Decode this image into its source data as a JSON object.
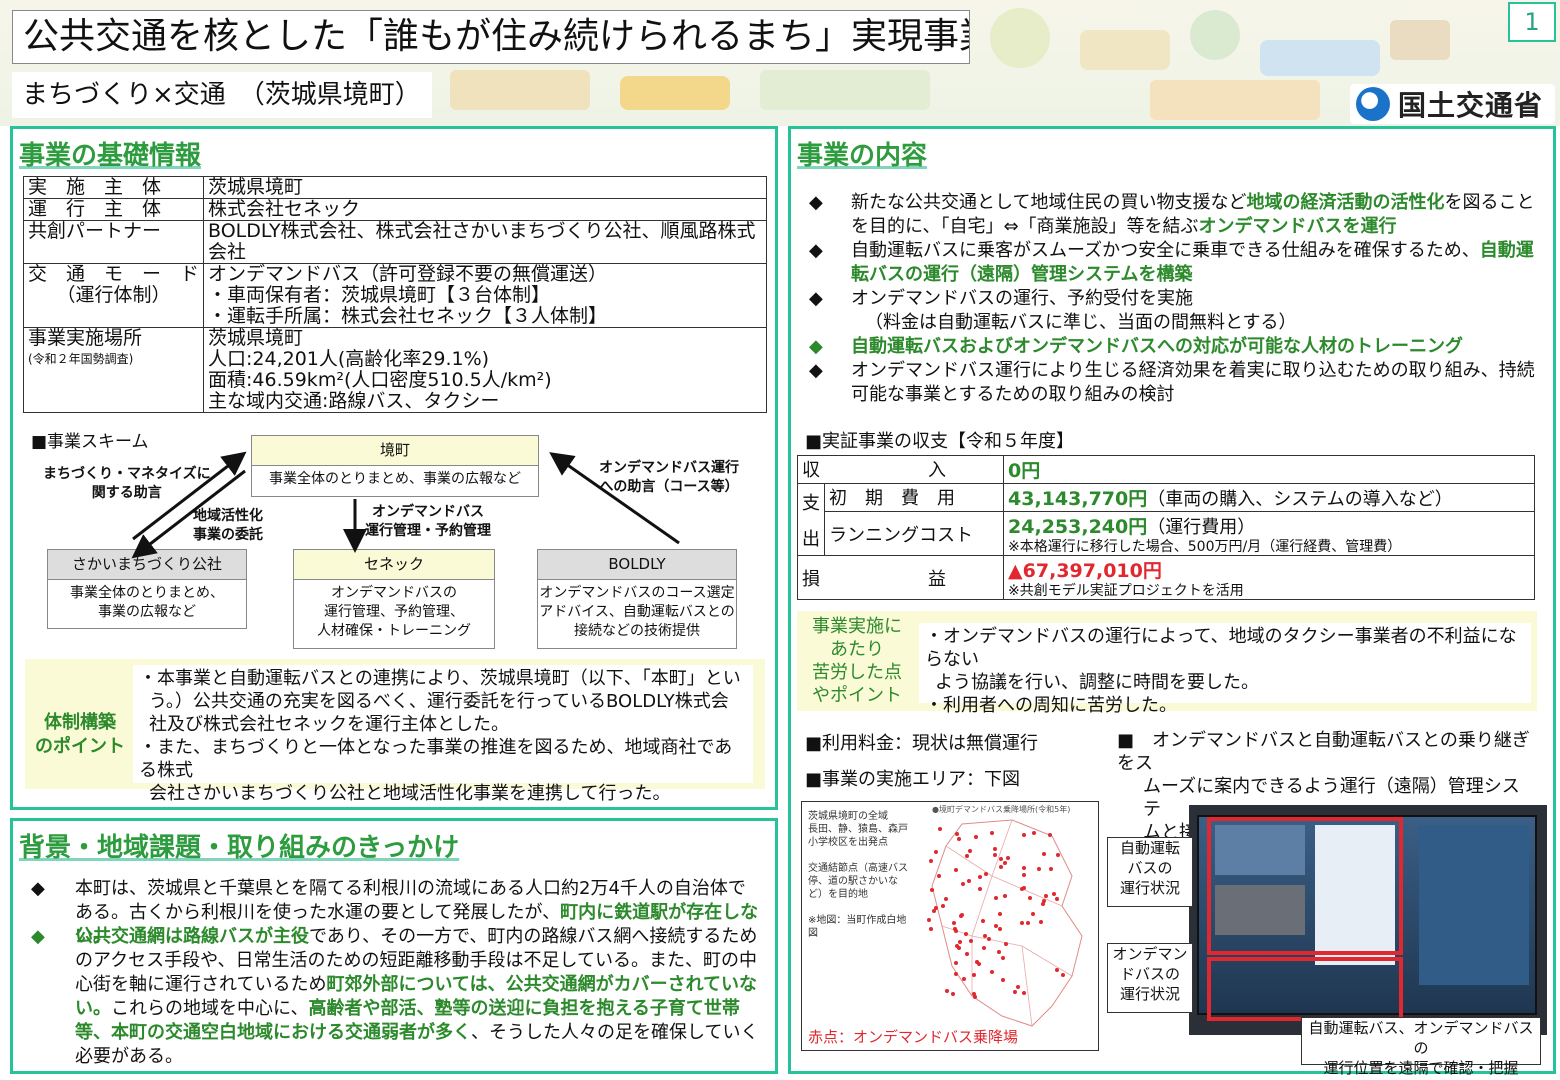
{
  "header": {
    "title": "公共交通を核とした「誰もが住み続けられるまち」実現事業",
    "subtitle": "まちづくり×交通　（茨城県境町）",
    "page_number": "1",
    "ministry_logo": "国土交通省"
  },
  "basic_info": {
    "heading": "事業の基礎情報",
    "rows": [
      {
        "key": "実　施　主　体",
        "key_note": "",
        "values": [
          "茨城県境町"
        ]
      },
      {
        "key": "運　行　主　体",
        "key_note": "",
        "values": [
          "株式会社セネック"
        ]
      },
      {
        "key": "共創パートナー",
        "key_note": "",
        "values": [
          "BOLDLY株式会社、株式会社さかいまちづくり公社、順風路株式会社"
        ]
      },
      {
        "key": "交　通　モ　ー　ド",
        "key_note": "（運行体制）",
        "values": [
          "オンデマンドバス（許可登録不要の無償運送）",
          "・車両保有者：茨城県境町【３台体制】",
          "・運転手所属：株式会社セネック【３人体制】"
        ]
      },
      {
        "key": "事業実施場所",
        "key_note": "(令和２年国勢調査)",
        "values": [
          "茨城県境町",
          "人口:24,201人(高齢化率29.1%)",
          "面積:46.59km²(人口密度510.5人/km²)",
          "主な域内交通:路線バス、タクシー"
        ]
      }
    ]
  },
  "scheme": {
    "heading": "■事業スキーム",
    "top_box": {
      "title": "境町",
      "body": "事業全体のとりまとめ、事業の広報など"
    },
    "boxes": [
      {
        "title": "さかいまちづくり公社",
        "body": [
          "事業全体のとりまとめ、",
          "事業の広報など"
        ]
      },
      {
        "title": "セネック",
        "body": [
          "オンデマンドバスの",
          "運行管理、予約管理、",
          "人材確保・トレーニング"
        ]
      },
      {
        "title": "BOLDLY",
        "body": [
          "オンデマンドバスのコース選定",
          "アドバイス、自動運転バスとの",
          "接続などの技術提供"
        ]
      }
    ],
    "labels": {
      "left_up": [
        "まちづくり・マネタイズに",
        "関する助言"
      ],
      "left_down": [
        "地域活性化",
        "事業の委託"
      ],
      "center": [
        "オンデマンドバス",
        "運行管理・予約管理"
      ],
      "right": [
        "オンデマンドバス運行",
        "への助言（コース等）"
      ]
    }
  },
  "structure_point": {
    "label": [
      "体制構築",
      "のポイント"
    ],
    "lines": [
      "・本事業と自動運転バスとの連携により、茨城県境町（以下、「本町」とい",
      "う。）公共交通の充実を図るべく、運行委託を行っているBOLDLY株式会",
      "社及び株式会社セネックを運行主体とした。",
      "・また、まちづくりと一体となった事業の推進を図るため、地域商社である株式",
      "会社さかいまちづくり公社と地域活性化事業を連携して行った。"
    ]
  },
  "background": {
    "heading": "背景・地域課題・取り組みのきっかけ",
    "b1": {
      "t1": "本町は、茨城県と千葉県とを隔てる利根川の流域にある人口約2万4千人の自治体で",
      "t2": "ある。古くから利根川を使った水運の要として発展したが、",
      "g1": "町内に鉄道駅が存在しない。"
    },
    "b2": {
      "g1": "公共交通網は路線バスが主役",
      "t1": "であり、その一方で、町内の路線バス網へ接続するための",
      "t2": "アクセス手段や、日常生活のための短距離移動手段は不足している。また、町の中心街",
      "t3": "を軸に運行されているため",
      "g2": "町郊外部については、公共交通網がカバーされていない。",
      "t4": "こ",
      "t5": "れらの地域を中心に、",
      "g3": "高齢者や部活、塾等の送迎に負担を抱える子育て世帯等、本",
      "g4": "町の交通空白地域における交通弱者が多く",
      "t6": "、そうした人々の足を確保していく必要があ",
      "t7": "る。"
    }
  },
  "content": {
    "heading": "事業の内容",
    "b1": {
      "t1": "新たな公共交通として地域住民の買い物支援など",
      "g1": "地域の経済活動の活性化",
      "t2": "を図るこ",
      "t3": "とを目的に、「自宅」⇔「商業施設」等を結ぶ",
      "g2": "オンデマンドバスを運行"
    },
    "b2": {
      "t1": "自動運転バスに乗客がスムーズかつ安全に乗車できる仕組みを確保するため、",
      "g1": "自動運",
      "g2": "転バスの運行（遠隔）管理システムを構築"
    },
    "b3": {
      "t1": "オンデマンドバスの運行、予約受付を実施",
      "t2": "（料金は自動運転バスに準じ、当面の間無料とする）"
    },
    "b4": {
      "g1": "自動運転バスおよびオンデマンドバスへの対応が可能な人材のトレーニング"
    },
    "b5": {
      "t1": "オンデマンドバス運行により生じる経済効果を着実に取り込むための取り組み、持続可",
      "t2": "能な事業とするための取り組みの検討"
    }
  },
  "finance": {
    "heading": "■実証事業の収支【令和５年度】",
    "revenue_label": "収　　　　　　入",
    "revenue_value": "0円",
    "expense_label": [
      "支",
      "出"
    ],
    "initial_label": "初　期　費　用",
    "initial_value": "43,143,770円",
    "initial_note": "（車両の購入、システムの導入など）",
    "running_label": "ランニングコスト",
    "running_value": "24,253,240円",
    "running_note": "（運行費用）",
    "running_sub": "※本格運行に移行した場合、500万円/月（運行経費、管理費）",
    "profit_label": "損　　　　　　益",
    "profit_value": "▲67,397,010円",
    "profit_sub": "※共創モデル実証プロジェクトを活用"
  },
  "difficulty": {
    "label": [
      "事業実施に",
      "あたり",
      "苦労した点",
      "やポイント"
    ],
    "lines": [
      "・オンデマンドバスの運行によって、地域のタクシー事業者の不利益にならない",
      "よう協議を行い、調整に時間を要した。",
      "・利用者への周知に苦労した。"
    ]
  },
  "fare": {
    "text": "■利用料金：現状は無償運行"
  },
  "area": {
    "text": "■事業の実施エリア：下図"
  },
  "transfer": {
    "lines": [
      "■　オンデマンドバスと自動運転バスとの乗り継ぎをス",
      "ムーズに案内できるよう運行（遠隔）管理システ",
      "ムと接続した様子"
    ]
  },
  "map": {
    "title_note": "●境町デマンドバス乗降場所(令和5年)",
    "notes": [
      "茨城県境町の全域",
      "長田、静、猿島、森戸",
      "小学校区を出発点",
      "",
      "交通結節点（高速バス",
      "停、道の駅さかいな",
      "ど）を目的地",
      "",
      "※地図：当町作成白地",
      "図"
    ],
    "legend": "赤点：オンデマンドバス乗降場"
  },
  "photo": {
    "callout_top": [
      "自動運転",
      "バスの",
      "運行状況"
    ],
    "callout_mid": [
      "オンデマン",
      "ドバスの",
      "運行状況"
    ],
    "caption": [
      "自動運転バス、オンデマンドバスの",
      "運行位置を遠隔で確認・把握"
    ]
  }
}
